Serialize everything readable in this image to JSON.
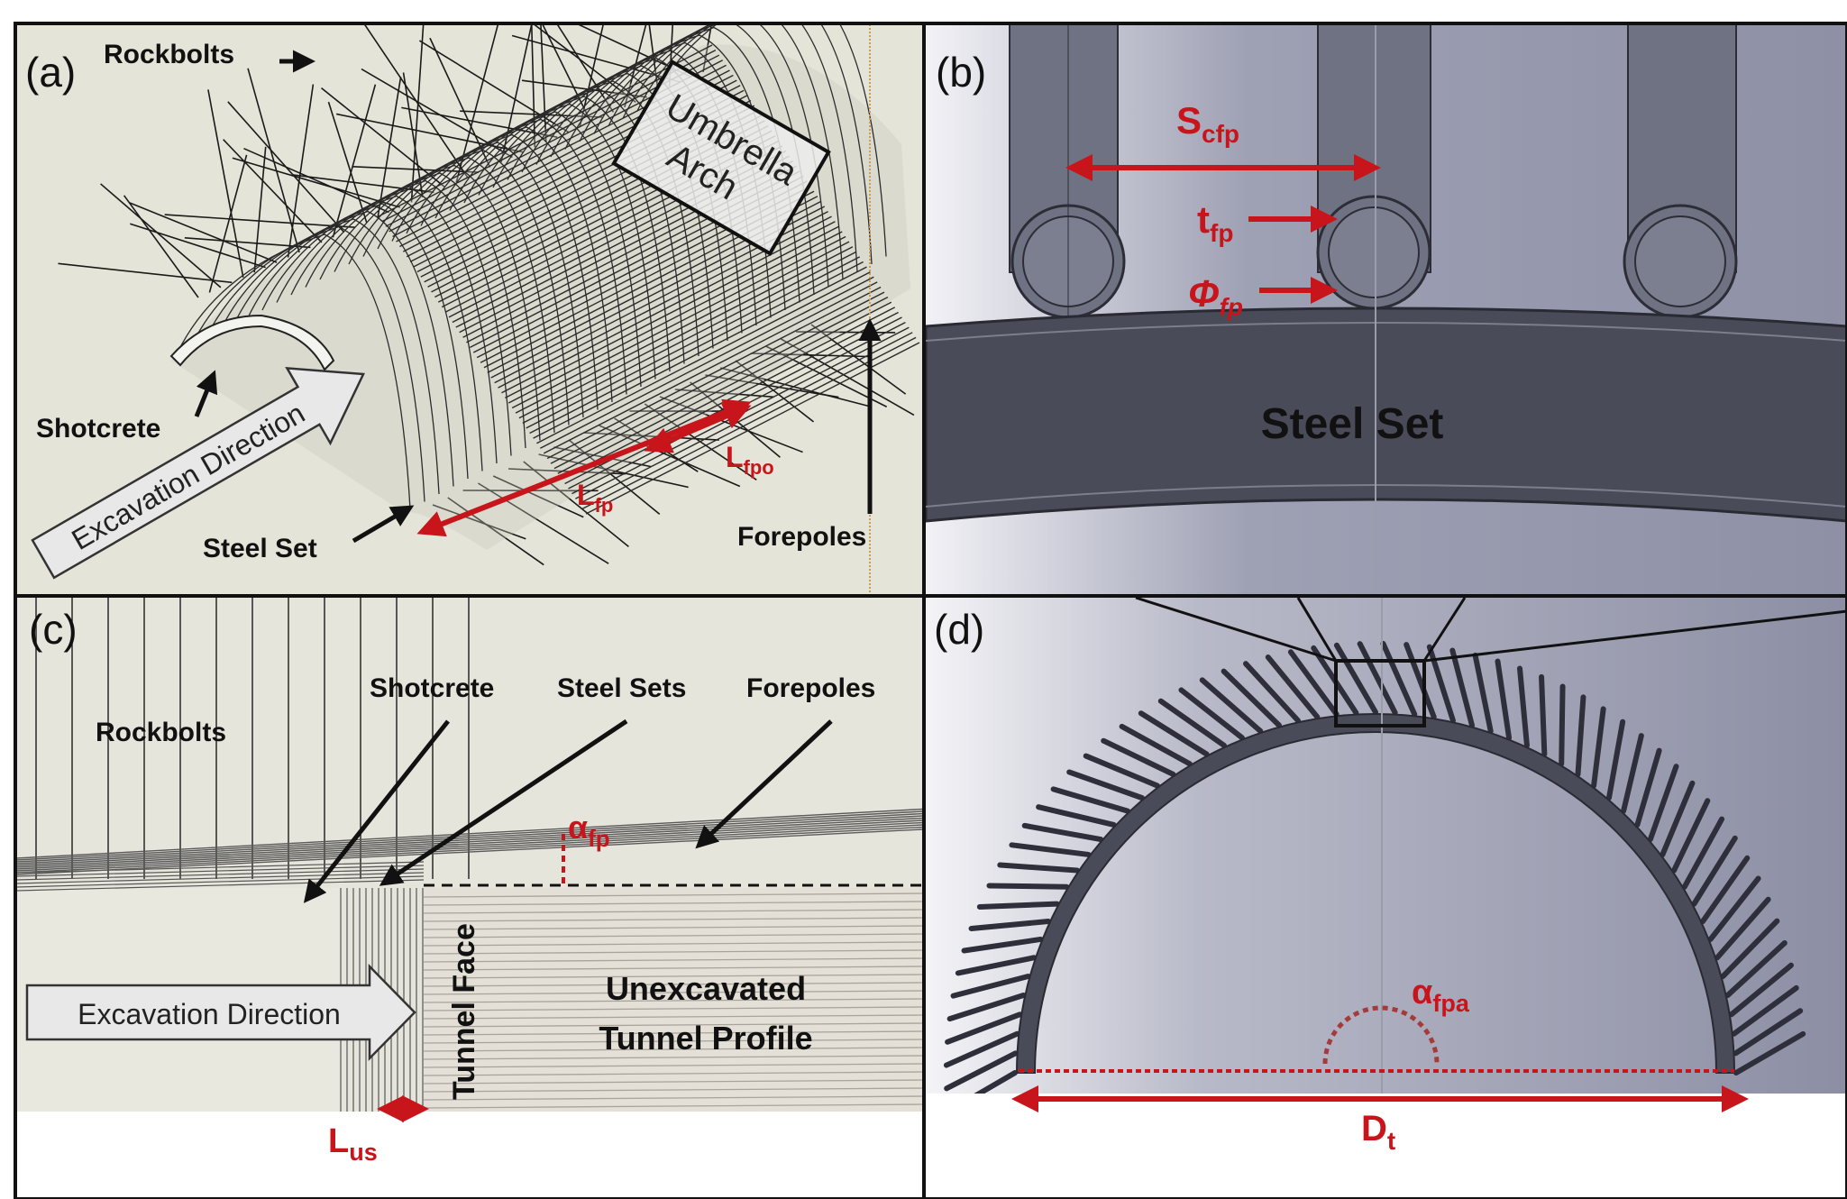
{
  "panels": {
    "a": {
      "letter": "(a)",
      "labels": {
        "rockbolts": "Rockbolts",
        "umbrella_line1": "Umbrella",
        "umbrella_line2": "Arch",
        "shotcrete": "Shotcrete",
        "excavation_direction": "Excavation Direction",
        "steel_set": "Steel Set",
        "forepoles": "Forepoles",
        "l_fp_main": "L",
        "l_fp_sub": "fp",
        "l_fpo_main": "L",
        "l_fpo_sub": "fpo"
      }
    },
    "b": {
      "letter": "(b)",
      "labels": {
        "s_cfp_main": "S",
        "s_cfp_sub": "cfp",
        "t_fp_main": "t",
        "t_fp_sub": "fp",
        "phi_fp_main": "Φ",
        "phi_fp_sub": "fp",
        "steel_set": "Steel Set"
      }
    },
    "c": {
      "letter": "(c)",
      "labels": {
        "shotcrete": "Shotcrete",
        "steel_sets": "Steel Sets",
        "forepoles": "Forepoles",
        "rockbolts": "Rockbolts",
        "alpha_fp_main": "α",
        "alpha_fp_sub": "fp",
        "tunnel_face": "Tunnel Face",
        "excavation_direction": "Excavation Direction",
        "unexcavated_line1": "Unexcavated",
        "unexcavated_line2": "Tunnel Profile",
        "l_us_main": "L",
        "l_us_sub": "us"
      }
    },
    "d": {
      "letter": "(d)",
      "labels": {
        "alpha_fpa_main": "α",
        "alpha_fpa_sub": "fpa",
        "d_t_main": "D",
        "d_t_sub": "t"
      }
    }
  },
  "colors": {
    "annotation_red": "#c8151b",
    "panel_a_bg": "#e4e4d8",
    "panel_c_bg": "#e6e5dc",
    "steel_dark": "#4a4b58",
    "pipe_fill": "#6f7282"
  }
}
